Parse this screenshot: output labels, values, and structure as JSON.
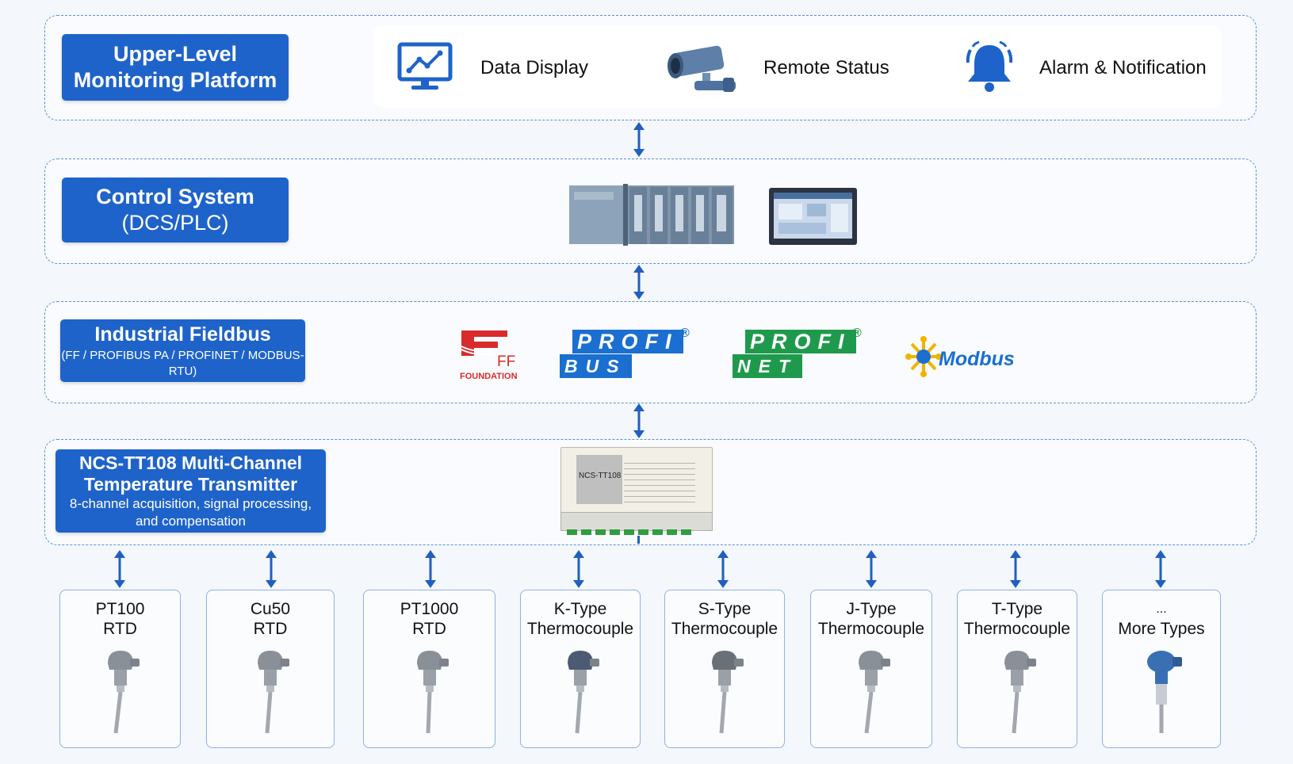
{
  "layers": {
    "upper": {
      "title_line1": "Upper-Level",
      "title_line2": "Monitoring Platform",
      "items": [
        {
          "label": "Data Display",
          "icon": "monitor-chart-icon"
        },
        {
          "label": "Remote Status",
          "icon": "camera-icon"
        },
        {
          "label": "Alarm & Notification",
          "icon": "bell-icon"
        }
      ]
    },
    "control": {
      "title_line1": "Control System",
      "title_line2": "(DCS/PLC)"
    },
    "fieldbus": {
      "title": "Industrial Fieldbus",
      "subtitle": "(FF / PROFIBUS PA / PROFINET / MODBUS-RTU)",
      "logos": {
        "ff_letters": "FF",
        "ff_caption": "FOUNDATION",
        "profibus_top": "PROFI",
        "profibus_bottom": "BUS",
        "profinet_top": "PROFI",
        "profinet_bottom": "NET",
        "registered": "®",
        "modbus": "Modbus"
      }
    },
    "transmitter": {
      "title_line1": "NCS-TT108 Multi-Channel",
      "title_line2": "Temperature Transmitter",
      "desc_line1": "8-channel acquisition, signal processing,",
      "desc_line2": "and compensation",
      "device_label": "NCS-TT108"
    }
  },
  "sensors": [
    {
      "line1": "PT100",
      "line2": "RTD"
    },
    {
      "line1": "Cu50",
      "line2": "RTD"
    },
    {
      "line1": "PT1000",
      "line2": "RTD"
    },
    {
      "line1": "K-Type",
      "line2": "Thermocouple"
    },
    {
      "line1": "S-Type",
      "line2": "Thermocouple"
    },
    {
      "line1": "J-Type",
      "line2": "Thermocouple"
    },
    {
      "line1": "T-Type",
      "line2": "Thermocouple"
    },
    {
      "line1": "...",
      "line2": "More Types"
    }
  ],
  "colors": {
    "accent": "#1e63c9",
    "border": "#5b8fd6",
    "arrow": "#1f5fbf",
    "profibus": "#1a6fd0",
    "profinet": "#1f9a4c",
    "ff_red": "#d92b2b"
  }
}
